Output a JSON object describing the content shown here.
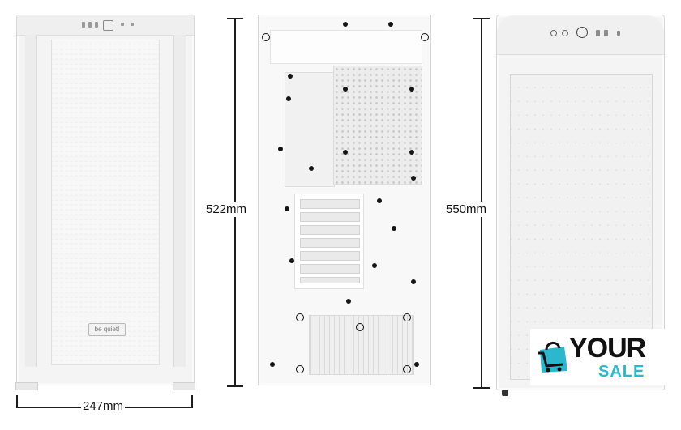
{
  "dimensions": {
    "width_label": "247mm",
    "height_side_label": "522mm",
    "height_front_label": "550mm"
  },
  "front_view": {
    "brand_badge": "be quiet!"
  },
  "logo": {
    "word_1": "YOUR",
    "word_2": "SALE",
    "icon": "shopping-bag-icon",
    "colors": {
      "bag": "#2bb8cf",
      "word_1": "#111111",
      "word_2": "#29b9cf"
    }
  },
  "colors": {
    "case_body": "#f4f4f4",
    "dimension_lines": "#1d1d1d",
    "background": "#ffffff"
  }
}
